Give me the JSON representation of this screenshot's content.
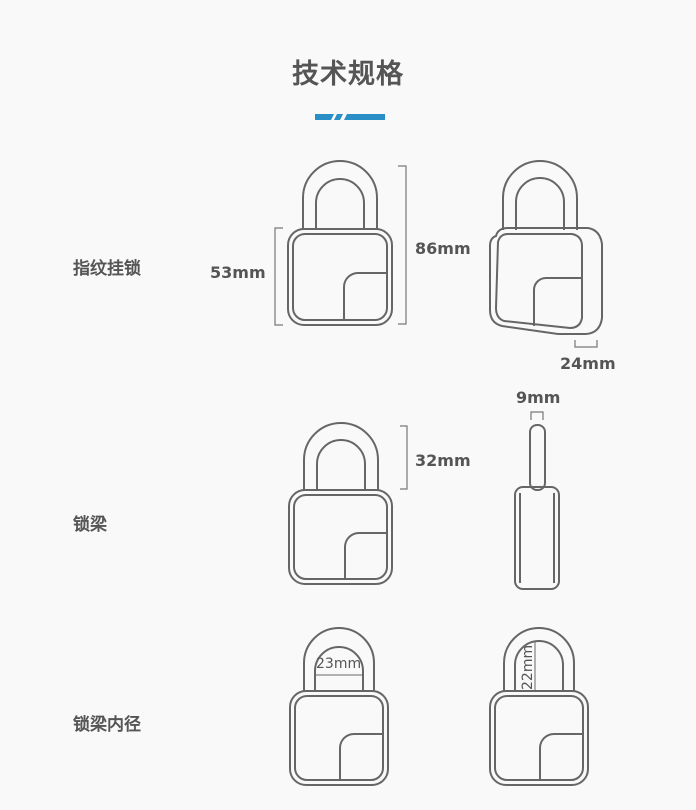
{
  "header": {
    "title": "技术规格",
    "divider_color": "#2b8fc7"
  },
  "rows": [
    {
      "label": "指纹挂锁",
      "dimensions": {
        "body_height": "53mm",
        "total_height": "86mm",
        "depth": "24mm"
      }
    },
    {
      "label": "锁梁",
      "dimensions": {
        "shackle_height": "32mm",
        "shackle_diameter": "9mm"
      }
    },
    {
      "label": "锁梁内径",
      "dimensions": {
        "inner_width": "23mm",
        "inner_height": "22mm"
      }
    }
  ]
}
